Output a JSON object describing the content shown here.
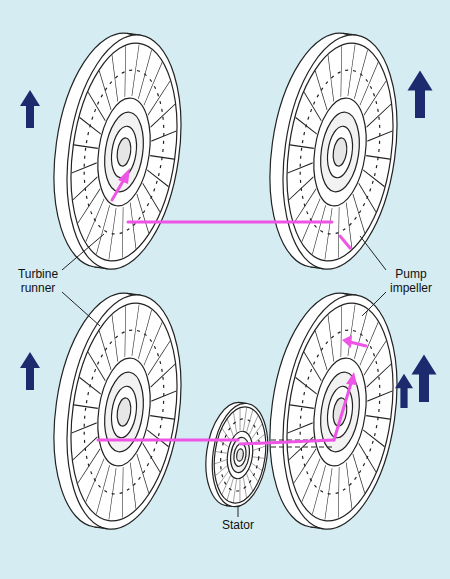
{
  "diagram": {
    "labels": [
      "Turbine runner",
      "Pump impeller",
      "Stator"
    ]
  }
}
